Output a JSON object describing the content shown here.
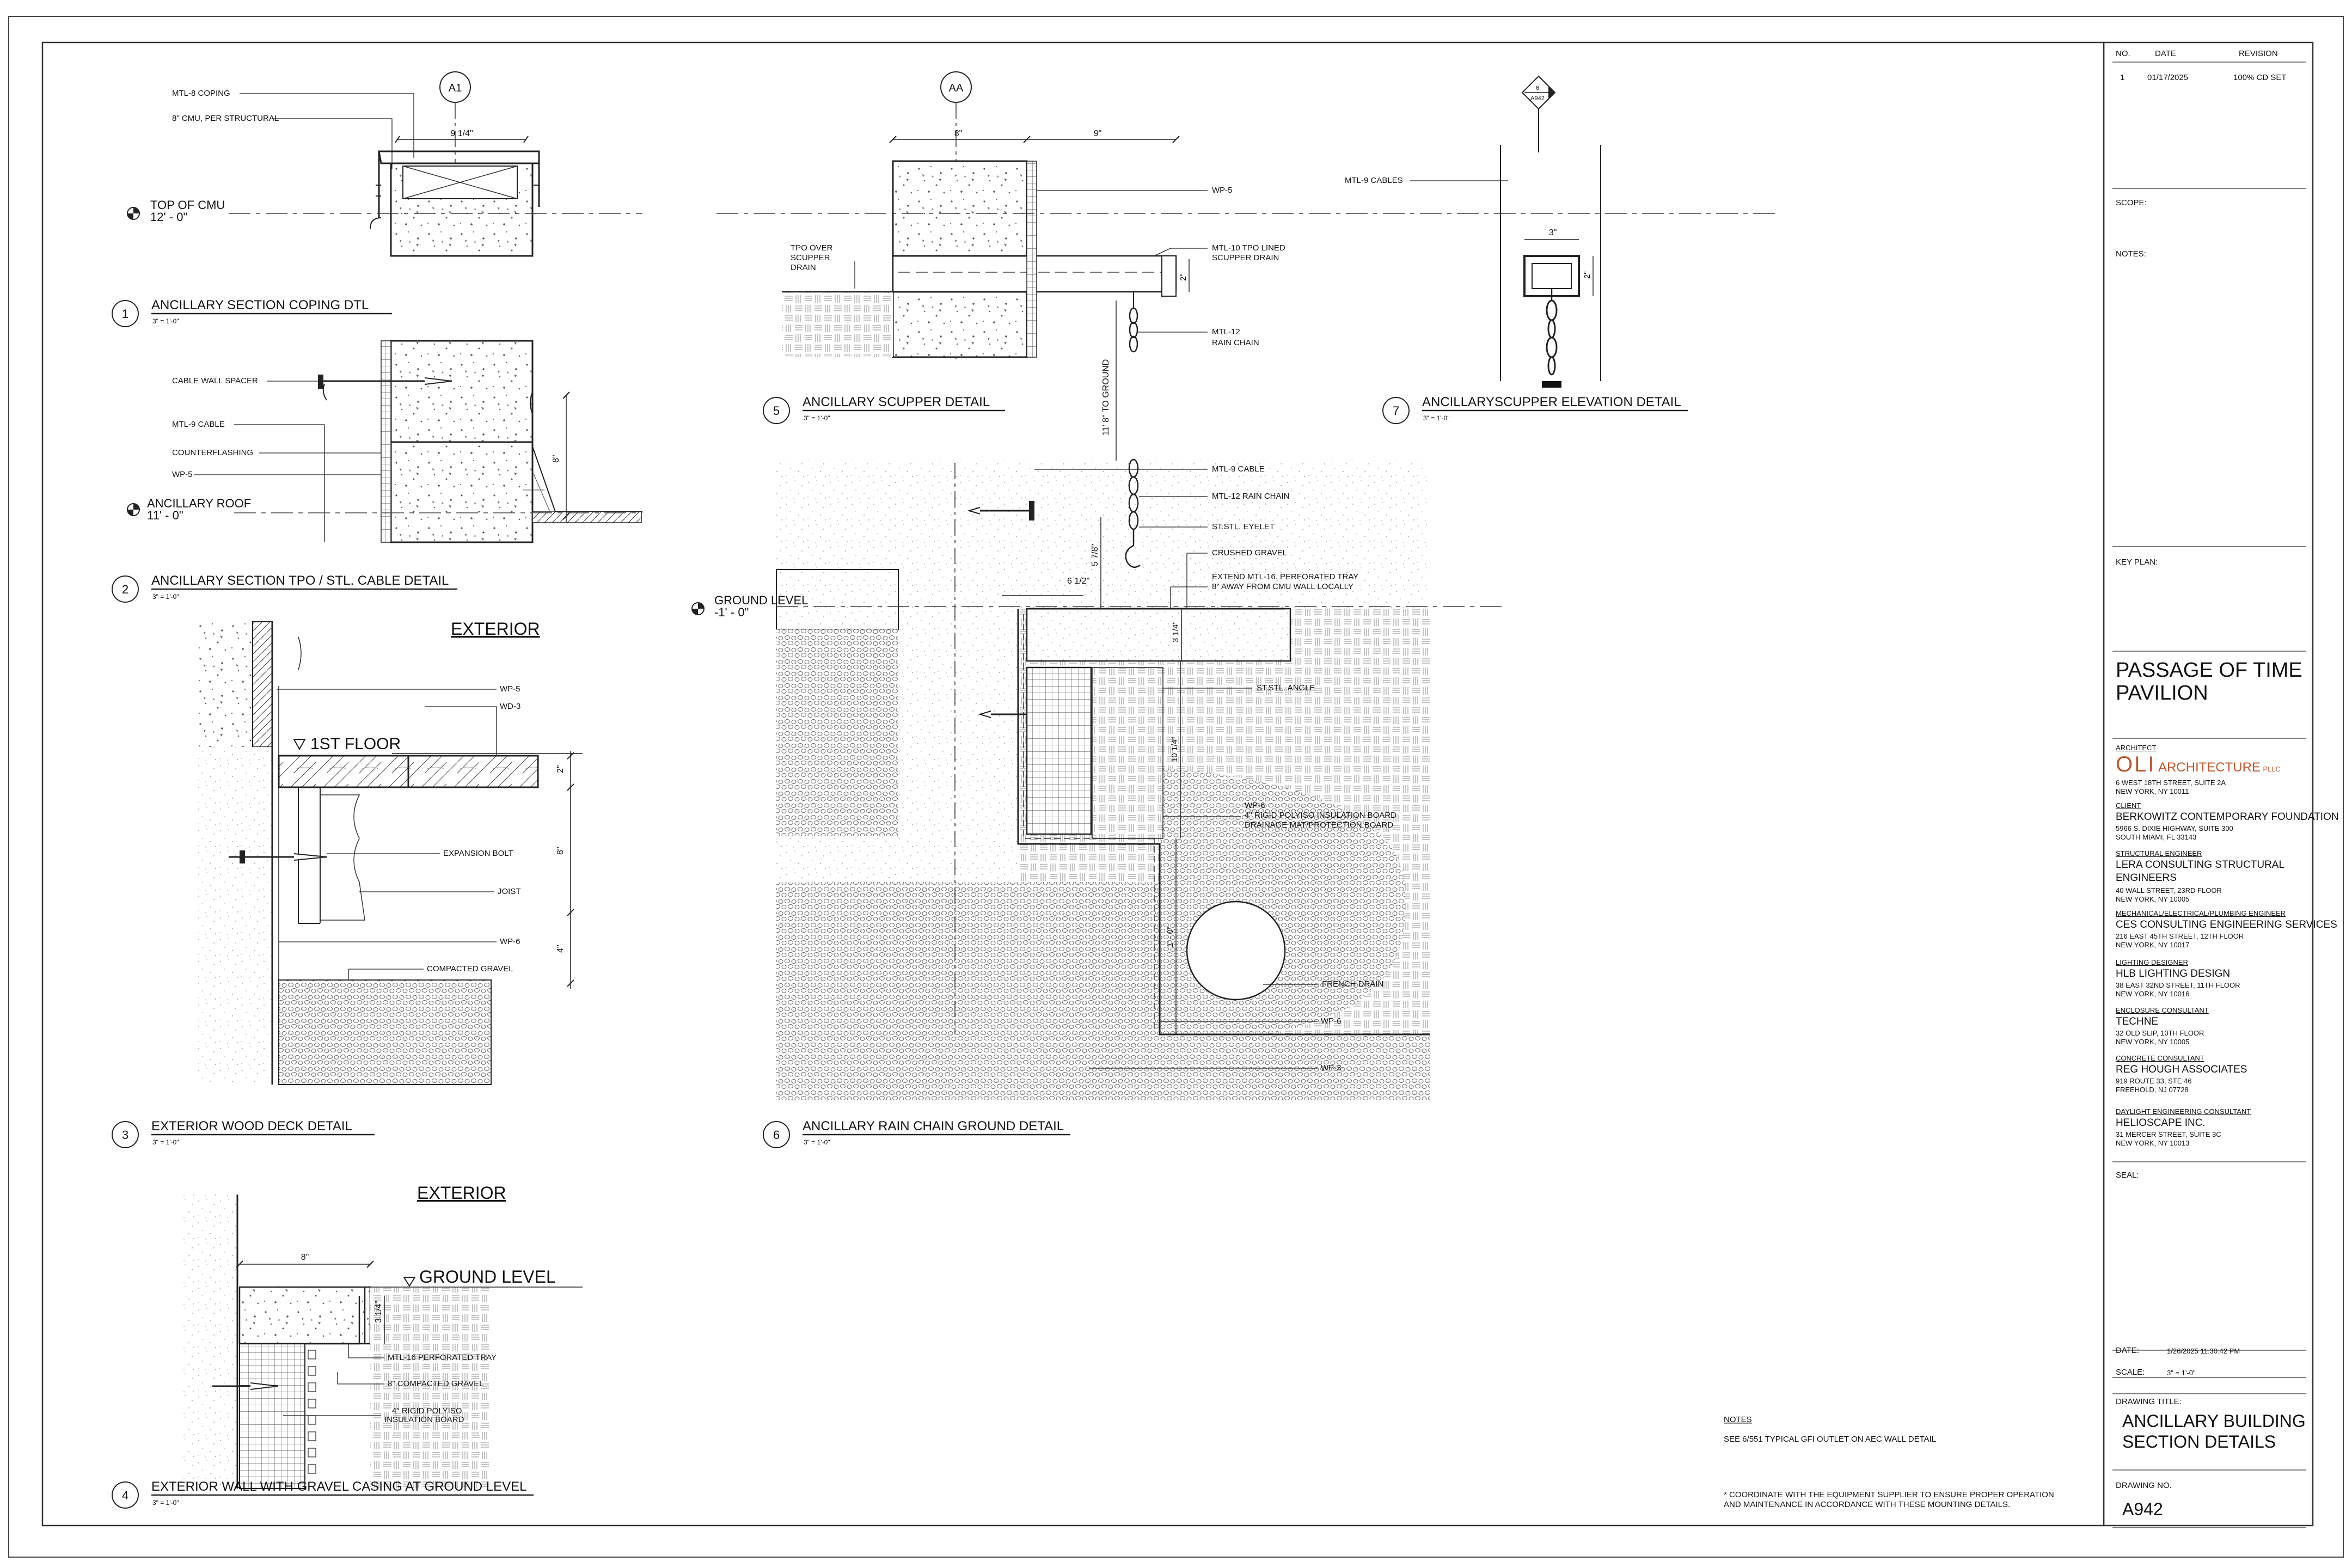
{
  "revisions": {
    "headers": [
      "NO.",
      "DATE",
      "REVISION"
    ],
    "rows": [
      [
        "1",
        "01/17/2025",
        "100% CD SET"
      ]
    ]
  },
  "title_block": {
    "scope_label": "SCOPE:",
    "notes_label": "NOTES:",
    "key_plan_label": "KEY PLAN:",
    "project_line1": "PASSAGE OF TIME",
    "project_line2": "PAVILION",
    "seal_label": "SEAL:",
    "date_label": "DATE:",
    "date_value": "1/26/2025 11:30:42 PM",
    "scale_label": "SCALE:",
    "scale_value": "3\" = 1'-0\"",
    "drawing_title_label": "DRAWING TITLE:",
    "drawing_title_line1": "ANCILLARY BUILDING",
    "drawing_title_line2": "SECTION DETAILS",
    "drawing_no_label": "DRAWING NO.",
    "drawing_no": "A942",
    "architect": {
      "role": "ARCHITECT",
      "logo": "OLI",
      "name": "ARCHITECTURE",
      "suffix": "PLLC",
      "addr1": "6 WEST 18TH STREET, SUITE 2A",
      "addr2": "NEW YORK, NY 10011"
    },
    "consultants": [
      {
        "role": "CLIENT",
        "name": "BERKOWITZ CONTEMPORARY FOUNDATION",
        "addr1": "5966 S. DIXIE HIGHWAY, SUITE 300",
        "addr2": "SOUTH MIAMI, FL 33143"
      },
      {
        "role": "STRUCTURAL ENGINEER",
        "name": "LERA CONSULTING STRUCTURAL",
        "name2": "ENGINEERS",
        "addr1": "40 WALL STREET, 23RD FLOOR",
        "addr2": "NEW YORK, NY 10005"
      },
      {
        "role": "MECHANICAL/ELECTRICAL/PLUMBING ENGINEER",
        "name": "CES CONSULTING ENGINEERING SERVICES",
        "addr1": "216 EAST 45TH STREET, 12TH FLOOR",
        "addr2": "NEW YORK, NY 10017"
      },
      {
        "role": "LIGHTING DESIGNER",
        "name": "HLB LIGHTING DESIGN",
        "addr1": "38 EAST 32ND STREET, 11TH FLOOR",
        "addr2": "NEW YORK, NY 10016"
      },
      {
        "role": "ENCLOSURE CONSULTANT",
        "name": "TECHNE",
        "addr1": "32 OLD SLIP, 10TH FLOOR",
        "addr2": "NEW YORK, NY 10005"
      },
      {
        "role": "CONCRETE CONSULTANT",
        "name": "REG HOUGH ASSOCIATES",
        "addr1": "919 ROUTE 33, STE 46",
        "addr2": "FREEHOLD, NJ 07728"
      },
      {
        "role": "DAYLIGHT ENGINEERING CONSULTANT",
        "name": "HELIOSCAPE INC.",
        "addr1": "31 MERCER STREET, SUITE 3C",
        "addr2": "NEW YORK, NY 10013"
      }
    ]
  },
  "details": [
    {
      "num": "1",
      "title": "ANCILLARY SECTION COPING DTL",
      "scale": "3\" = 1'-0\""
    },
    {
      "num": "2",
      "title": "ANCILLARY SECTION TPO / STL. CABLE DETAIL",
      "scale": "3\" = 1'-0\""
    },
    {
      "num": "3",
      "title": "EXTERIOR WOOD DECK DETAIL",
      "scale": "3\" = 1'-0\""
    },
    {
      "num": "4",
      "title": "EXTERIOR WALL WITH GRAVEL CASING AT GROUND LEVEL",
      "scale": "3\" = 1'-0\""
    },
    {
      "num": "5",
      "title": "ANCILLARY SCUPPER DETAIL",
      "scale": "3\" = 1'-0\""
    },
    {
      "num": "6",
      "title": "ANCILLARY RAIN CHAIN GROUND DETAIL",
      "scale": "3\" = 1'-0\""
    },
    {
      "num": "7",
      "title": "ANCILLARYSCUPPER ELEVATION DETAIL",
      "scale": "3\" = 1'-0\""
    }
  ],
  "grid_bubbles": [
    "A1",
    "AA"
  ],
  "section_marker": {
    "top": "6",
    "bottom": "A942"
  },
  "levels": {
    "top_cmu": {
      "name": "TOP OF CMU",
      "elev": "12' - 0\""
    },
    "anc_roof": {
      "name": "ANCILLARY ROOF",
      "elev": "11' - 0\""
    },
    "ground": {
      "name": "GROUND LEVEL",
      "elev": "-1' - 0\""
    },
    "first_floor": "1ST FLOOR",
    "ground_level_4": "GROUND LEVEL"
  },
  "headings": {
    "exterior_3": "EXTERIOR",
    "exterior_4": "EXTERIOR"
  },
  "labels": {
    "d1": [
      "MTL-8 COPING",
      "8\" CMU, PER STRUCTURAL"
    ],
    "d2": [
      "CABLE WALL SPACER",
      "MTL-9 CABLE",
      "COUNTERFLASHING",
      "WP-5"
    ],
    "d3": [
      "WP-5",
      "WD-3",
      "EXPANSION  BOLT",
      "JOIST",
      "WP-6",
      "COMPACTED GRAVEL"
    ],
    "d4": [
      "MTL-16 PERFORATED TRAY",
      "8\" COMPACTED GRAVEL",
      "4\" RIGID POLYISO",
      "INSULATION BOARD"
    ],
    "d5": [
      "WP-5",
      "TPO OVER",
      "SCUPPER",
      "DRAIN",
      "MTL-10 TPO LINED",
      "SCUPPER DRAIN",
      "MTL-12",
      "RAIN CHAIN"
    ],
    "d6": [
      "MTL-9 CABLE",
      "MTL-12 RAIN CHAIN",
      "ST.STL. EYELET",
      "CRUSHED GRAVEL",
      "EXTEND MTL-16. PERFORATED TRAY",
      "8\" AWAY FROM CMU WALL LOCALLY",
      "ST.STL. ANGLE",
      "WP-6",
      "4\" RIGID POLYISO INSULATION BOARD",
      "DRAINAGE MAT/PROTECTION BOARD",
      "FRENCH DRAIN",
      "WP-6",
      "WP-3"
    ],
    "d7": [
      "MTL-9 CABLES"
    ]
  },
  "dims": {
    "d1_w": "9 1/4\"",
    "d2_h": "8\"",
    "d3": [
      "2\"",
      "8\"",
      "4\""
    ],
    "d4_w": "8\"",
    "d4_h": "3 1/4\"",
    "d5_w1": "8\"",
    "d5_w2": "9\"",
    "d5_h": "2\"",
    "d5_v": "11' 8\" TO GROUND",
    "d6": [
      "6 1/2\"",
      "5 7/8\"",
      "3 1/4\"",
      "10 1/4\"",
      "1' - 0\""
    ],
    "d7_w": "3\"",
    "d7_h": "2\""
  },
  "sheet_notes": {
    "heading": "NOTES",
    "line1": "SEE 6/551 TYPICAL GFI OUTLET ON AEC WALL DETAIL",
    "line2": "* COORDINATE WITH THE EQUIPMENT SUPPLIER TO ENSURE PROPER OPERATION",
    "line3": "AND MAINTENANCE IN ACCORDANCE WITH THESE MOUNTING DETAILS."
  }
}
